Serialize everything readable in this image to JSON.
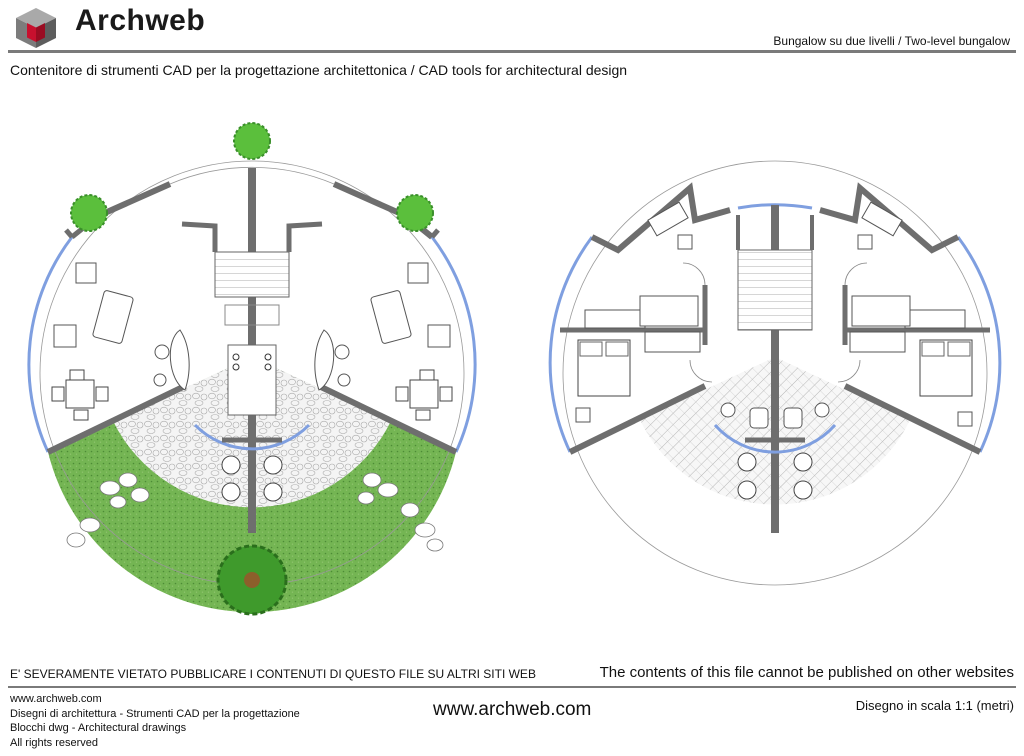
{
  "header": {
    "brand": "Archweb",
    "title": "Bungalow su due livelli / Two-level bungalow",
    "subtitle": "Contenitore di strumenti CAD per la progettazione architettonica  /  CAD tools for architectural design"
  },
  "footer": {
    "warning_it": "E' SEVERAMENTE VIETATO PUBBLICARE I CONTENUTI DI QUESTO FILE SU ALTRI SITI WEB",
    "warning_en": "The contents of this file cannot be published on other websites",
    "site_lines": [
      "www.archweb.com",
      "Disegni di architettura - Strumenti CAD  per la progettazione",
      "Blocchi dwg - Architectural drawings",
      "All rights reserved"
    ],
    "url": "www.archweb.com",
    "scale": "Disegno in scala 1:1 (metri)"
  },
  "colors": {
    "logo_red": "#c8102e",
    "logo_grey": "#8a8a8a",
    "wall": "#6e6e6e",
    "lawn": "#6fb04f",
    "tree": "#3a8f2a",
    "paving": "#ececec",
    "glass": "#7f9fe0"
  },
  "icons": {
    "logo": "archweb-cube-logo"
  }
}
